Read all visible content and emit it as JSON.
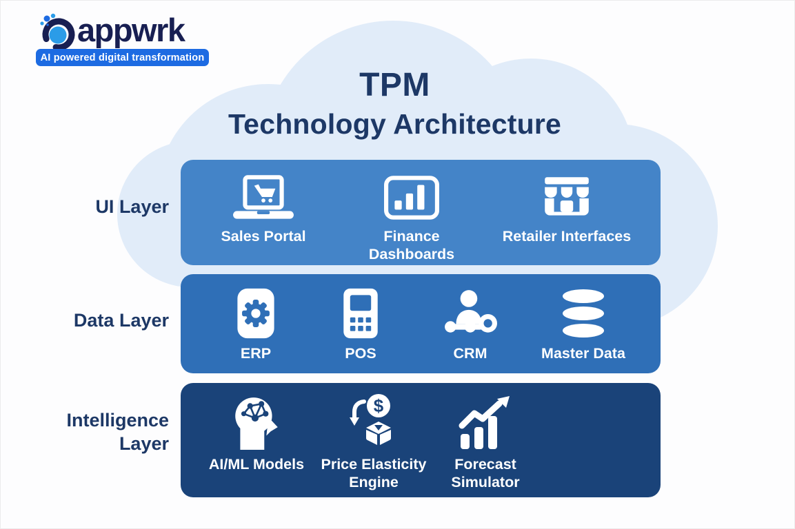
{
  "logo": {
    "brand": "appwrk",
    "tagline": "AI powered digital transformation"
  },
  "title": {
    "line1": "TPM",
    "line2": "Technology Architecture"
  },
  "layers": [
    {
      "label": "UI Layer",
      "items": [
        {
          "name": "Sales Portal",
          "icon": "laptop-cart-icon"
        },
        {
          "name": "Finance Dashboards",
          "icon": "bar-chart-icon"
        },
        {
          "name": "Retailer Interfaces",
          "icon": "storefront-icon"
        }
      ]
    },
    {
      "label": "Data Layer",
      "items": [
        {
          "name": "ERP",
          "icon": "gear-icon"
        },
        {
          "name": "POS",
          "icon": "pos-terminal-icon"
        },
        {
          "name": "CRM",
          "icon": "person-network-icon"
        },
        {
          "name": "Master Data",
          "icon": "database-icon"
        }
      ]
    },
    {
      "label": "Intelligence Layer",
      "items": [
        {
          "name": "AI/ML Models",
          "icon": "head-network-icon"
        },
        {
          "name": "Price Elasticity Engine",
          "icon": "price-elasticity-icon"
        },
        {
          "name": "Forecast Simulator",
          "icon": "forecast-trend-icon"
        }
      ]
    }
  ],
  "colors": {
    "ui_layer_band": "#4484c8",
    "data_layer_band": "#2f6fb7",
    "intelligence_layer_band": "#1a4379",
    "cloud": "#e1ecf9",
    "title_text": "#1d3866",
    "logo_navy": "#181f52",
    "logo_blue": "#2b9ce8",
    "tagline_pill": "#1d6be2",
    "band_text": "#ffffff"
  }
}
